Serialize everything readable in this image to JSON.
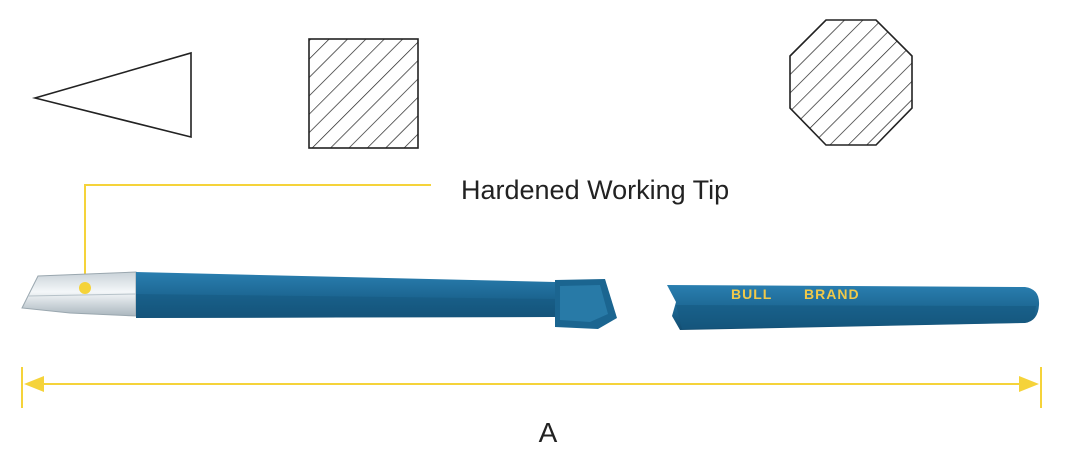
{
  "callout": {
    "label": "Hardened Working Tip"
  },
  "brand": {
    "word1": "BULL",
    "word2": "BRAND"
  },
  "dimension": {
    "label": "A"
  },
  "cross_sections": [
    "tip-triangle-section",
    "square-section",
    "octagonal-section"
  ],
  "colors": {
    "blue": "#1e6a96",
    "blue_dark": "#124a6c",
    "blue_light": "#2f86b6",
    "yellow": "#f5d33a",
    "brand_text": "#f0c94a",
    "steel": "#e2e8ec",
    "line": "#222222"
  }
}
